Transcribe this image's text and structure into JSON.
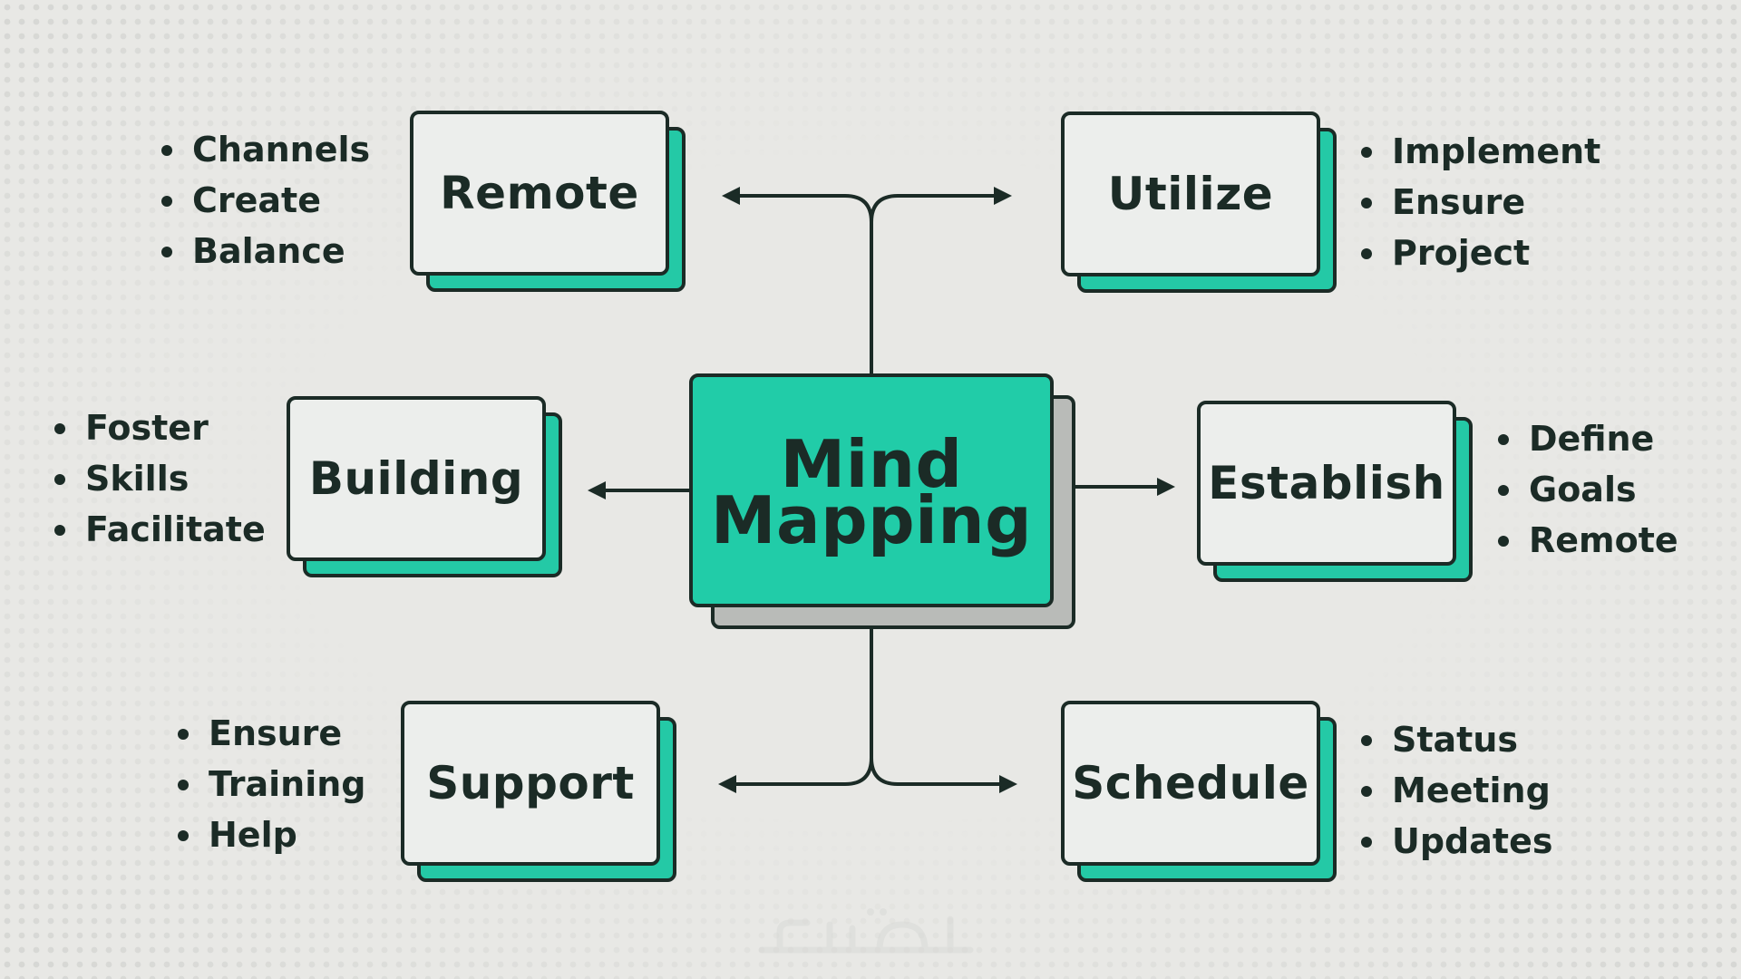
{
  "center": {
    "line1": "Mind",
    "line2": "Mapping"
  },
  "nodes": [
    {
      "id": "remote",
      "label": "Remote",
      "bullets": [
        "Channels",
        "Create",
        "Balance"
      ]
    },
    {
      "id": "utilize",
      "label": "Utilize",
      "bullets": [
        "Implement",
        "Ensure",
        "Project"
      ]
    },
    {
      "id": "building",
      "label": "Building",
      "bullets": [
        "Foster",
        "Skills",
        "Facilitate"
      ]
    },
    {
      "id": "establish",
      "label": "Establish",
      "bullets": [
        "Define",
        "Goals",
        "Remote"
      ]
    },
    {
      "id": "support",
      "label": "Support",
      "bullets": [
        "Ensure",
        "Training",
        "Help"
      ]
    },
    {
      "id": "schedule",
      "label": "Schedule",
      "bullets": [
        "Status",
        "Meeting",
        "Updates"
      ]
    }
  ],
  "colors": {
    "accent": "#21cca8",
    "ink": "#1b2b26",
    "card": "#eceeec",
    "background": "#e8e8e5",
    "center_shadow": "#b9bbb8"
  },
  "watermark_icon": "khamsat-logo"
}
